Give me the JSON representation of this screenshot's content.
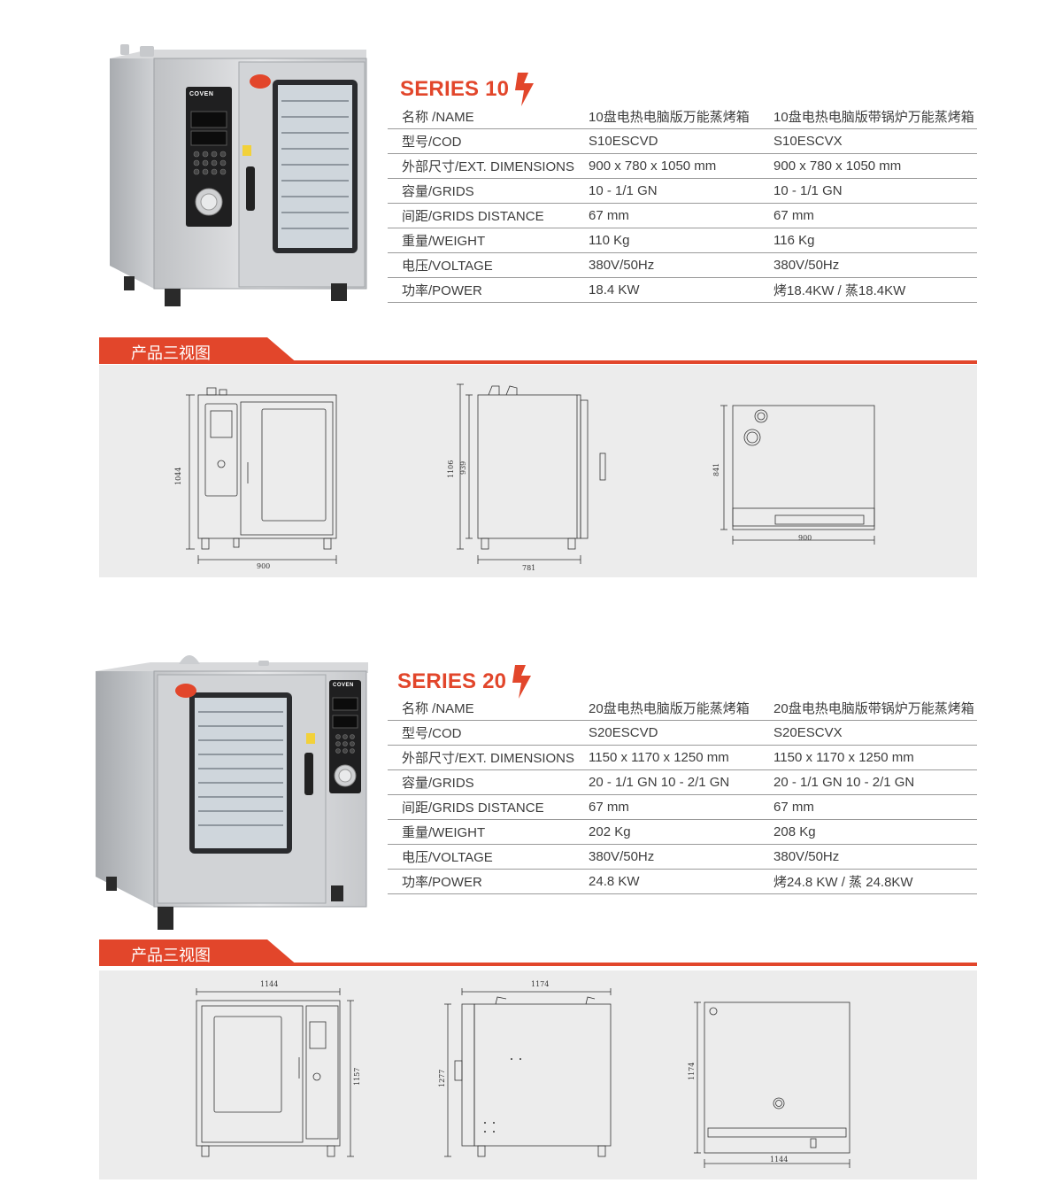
{
  "brand": "COVEN",
  "badge_icon": "hot-sale-badge",
  "accent_color": "#e2462b",
  "section_title": "产品三视图",
  "series": [
    {
      "title": "SERIES 10",
      "rows": [
        {
          "label": "名称 /NAME",
          "a": "10盘电热电脑版万能蒸烤箱",
          "b": "10盘电热电脑版带锅炉万能蒸烤箱"
        },
        {
          "label": "型号/COD",
          "a": "S10ESCVD",
          "b": "S10ESCVX"
        },
        {
          "label": "外部尺寸/EXT. DIMENSIONS",
          "a": "900 x 780 x 1050 mm",
          "b": "900 x 780 x 1050 mm"
        },
        {
          "label": "容量/GRIDS",
          "a": "10 - 1/1 GN",
          "b": "10 - 1/1 GN"
        },
        {
          "label": "间距/GRIDS DISTANCE",
          "a": "67 mm",
          "b": "67 mm"
        },
        {
          "label": "重量/WEIGHT",
          "a": "110 Kg",
          "b": "116 Kg"
        },
        {
          "label": "电压/VOLTAGE",
          "a": "380V/50Hz",
          "b": "380V/50Hz"
        },
        {
          "label": "功率/POWER",
          "a": "18.4 KW",
          "b": "烤18.4KW  / 蒸18.4KW"
        }
      ],
      "dims": {
        "front_w": "900",
        "front_h": "1044",
        "side_w": "781",
        "side_h1": "1106",
        "side_h2": "939",
        "top_w": "900",
        "top_h": "841"
      }
    },
    {
      "title": "SERIES 20",
      "rows": [
        {
          "label": "名称 /NAME",
          "a": "20盘电热电脑版万能蒸烤箱",
          "b": "20盘电热电脑版带锅炉万能蒸烤箱"
        },
        {
          "label": "型号/COD",
          "a": "S20ESCVD",
          "b": "S20ESCVX"
        },
        {
          "label": "外部尺寸/EXT. DIMENSIONS",
          "a": "1150 x 1170 x 1250 mm",
          "b": "1150 x 1170 x 1250 mm"
        },
        {
          "label": "容量/GRIDS",
          "a": "20 - 1/1 GN  10 - 2/1 GN",
          "b": "20 - 1/1 GN  10 - 2/1 GN"
        },
        {
          "label": "间距/GRIDS DISTANCE",
          "a": "67 mm",
          "b": "67 mm"
        },
        {
          "label": "重量/WEIGHT",
          "a": "202 Kg",
          "b": "208 Kg"
        },
        {
          "label": "电压/VOLTAGE",
          "a": "380V/50Hz",
          "b": "380V/50Hz"
        },
        {
          "label": "功率/POWER",
          "a": "24.8 KW",
          "b": "烤24.8 KW  / 蒸 24.8KW"
        }
      ],
      "dims": {
        "front_w": "1144",
        "front_h": "1157",
        "side_w": "1174",
        "side_h": "1277",
        "top_w": "1144",
        "top_h": "1174"
      }
    }
  ]
}
